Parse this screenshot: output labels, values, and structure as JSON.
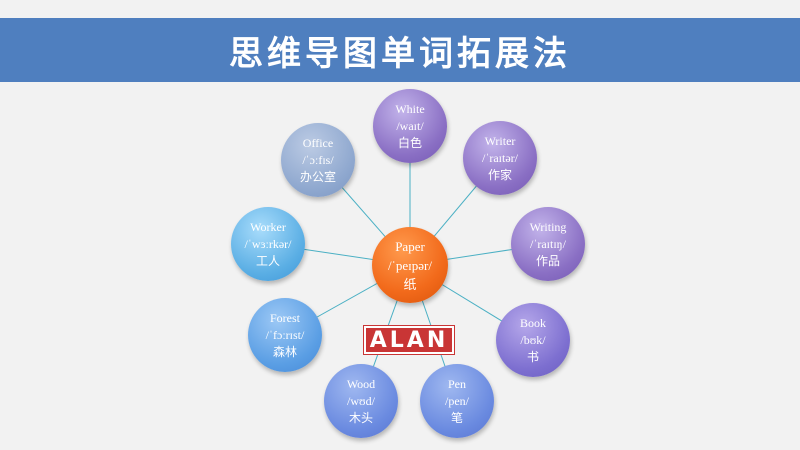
{
  "title": "思维导图单词拓展法",
  "logo": "ALAN",
  "center": {
    "word": "Paper",
    "phonetic": "/ˈpeɪpər/",
    "meaning": "纸"
  },
  "words": [
    {
      "word": "White",
      "phonetic": "/waɪt/",
      "meaning": "白色"
    },
    {
      "word": "Writer",
      "phonetic": "/ˈraɪtər/",
      "meaning": "作家"
    },
    {
      "word": "Writing",
      "phonetic": "/ˈraɪtɪŋ/",
      "meaning": "作品"
    },
    {
      "word": "Book",
      "phonetic": "/bʊk/",
      "meaning": "书"
    },
    {
      "word": "Pen",
      "phonetic": "/pen/",
      "meaning": "笔"
    },
    {
      "word": "Wood",
      "phonetic": "/wʊd/",
      "meaning": "木头"
    },
    {
      "word": "Forest",
      "phonetic": "/ˈfɔːrɪst/",
      "meaning": "森林"
    },
    {
      "word": "Worker",
      "phonetic": "/ˈwɜːrkər/",
      "meaning": "工人"
    },
    {
      "word": "Office",
      "phonetic": "/ˈɔːfɪs/",
      "meaning": "办公室"
    }
  ],
  "colors": {
    "title_bar": "#4f7fbf",
    "center": "#f26a1b",
    "purple": "#8a6fc4",
    "light_blue": "#5aaee4",
    "steel_blue": "#8fa8cf",
    "link": "#4bb0c4"
  }
}
